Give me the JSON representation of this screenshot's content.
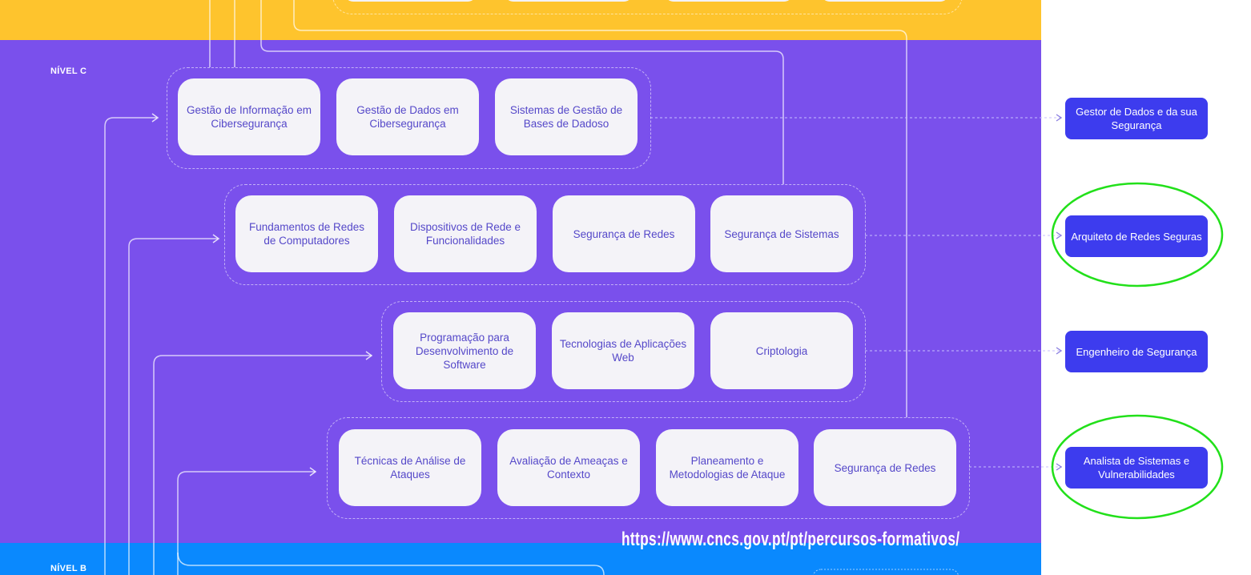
{
  "levels": {
    "c": "NÍVEL C",
    "b": "NÍVEL B"
  },
  "rows": [
    {
      "modules": [
        "Gestão de Informação em Cibersegurança",
        "Gestão de Dados em Cibersegurança",
        "Sistemas de Gestão de Bases de Dadoso"
      ],
      "role": "Gestor de Dados e da sua Segurança"
    },
    {
      "modules": [
        "Fundamentos de Redes de Computadores",
        "Dispositivos de Rede e Funcionalidades",
        "Segurança de Redes",
        "Segurança de Sistemas"
      ],
      "role": "Arquiteto de Redes Seguras"
    },
    {
      "modules": [
        "Programação para Desenvolvimento de Software",
        "Tecnologias de Aplicações Web",
        "Criptologia"
      ],
      "role": "Engenheiro de Segurança"
    },
    {
      "modules": [
        "Técnicas de Análise de Ataques",
        "Avaliação de Ameaças e Contexto",
        "Planeamento e Metodologias de Ataque",
        "Segurança de Redes"
      ],
      "role": "Analista de Sistemas e Vulnerabilidades"
    }
  ],
  "highlighted_roles": [
    "Arquiteto de Redes Seguras",
    "Analista de Sistemas e Vulnerabilidades"
  ],
  "source_url": "https://www.cncs.gov.pt/pt/percursos-formativos/",
  "colors": {
    "level_d": "#FEC42D",
    "level_c": "#7A50EC",
    "level_b": "#0A89FE",
    "role": "#3D3CEE",
    "highlight": "#22E01A"
  }
}
